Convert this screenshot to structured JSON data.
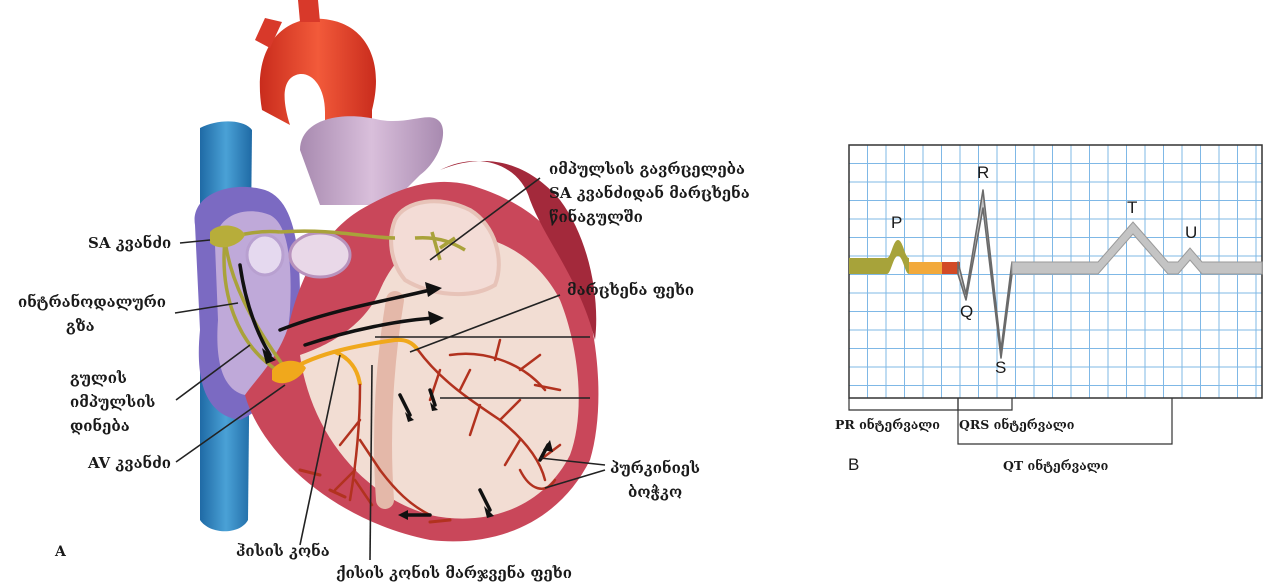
{
  "panel_a": {
    "letter": "A",
    "labels": {
      "sa_node": "SA კვანძი",
      "internodal_1": "ინტრანოდალური",
      "internodal_2": "გზა",
      "conduction_1": "გულის",
      "conduction_2": "იმპულსის",
      "conduction_3": "დინება",
      "av_node": "AV კვანძი",
      "his_bundle": "ჰისის კონა",
      "right_bundle": "ქისის კონის მარჯვენა ფეხი",
      "spread_1": "იმპულსის გავრცელება",
      "spread_2": "SA კვანძიდან მარცხენა",
      "spread_3": "წინაგულში",
      "left_branch": "მარცხენა ფეხი",
      "purkinje_1": "პურკინიეს",
      "purkinje_2": "ბოჭკო"
    }
  },
  "panel_b": {
    "letter": "B",
    "waves": {
      "p": "P",
      "q": "Q",
      "r": "R",
      "s": "S",
      "t": "T",
      "u": "U"
    },
    "intervals": {
      "pr": "PR ინტერვალი",
      "qrs": "QRS ინტერვალი",
      "qt": "QT ინტერვალი"
    },
    "colors": {
      "grid": "#7fb8e6",
      "p_wave": "#a7a33a",
      "pr_segment": "#f2a93b",
      "q_segment": "#d24a26",
      "baseline": "#b8b8b8"
    }
  },
  "colors": {
    "aorta": "#e0402a",
    "vena_cava": "#3d8dc4",
    "pulmonary": "#c7a3c9",
    "myocardium": "#c8465a",
    "conduction": "#f0a81c",
    "purkinje": "#b2321f"
  }
}
